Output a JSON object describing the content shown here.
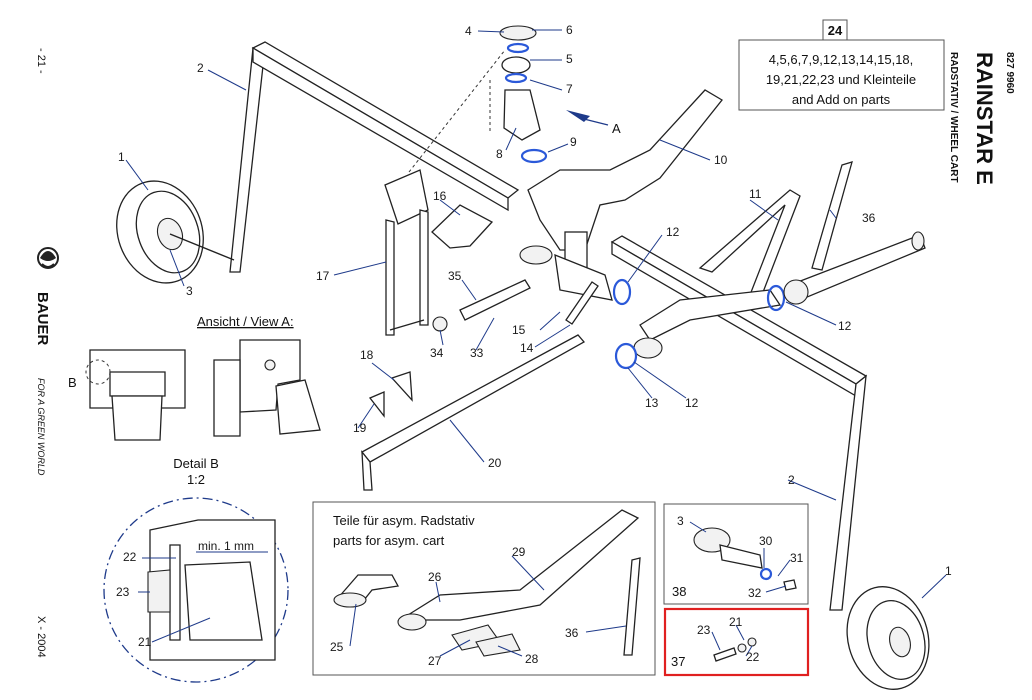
{
  "sheet": {
    "page_number": "- 21 -",
    "date": "X - 2004",
    "brand": "BAUER",
    "slogan": "FOR A GREEN WORLD",
    "title": "RAINSTAR E",
    "subtitle": "RADSTATIV / WHEEL CART",
    "doc_number": "827 9960"
  },
  "kit_box": {
    "number": "24",
    "line1": "4,5,6,7,9,12,13,14,15,18,",
    "line2": "19,21,22,23 und Kleinteile",
    "line3": "and Add on parts"
  },
  "view_a": {
    "title": "Ansicht / View A:",
    "arrow_label": "A",
    "b_label": "B"
  },
  "detail_b": {
    "title": "Detail B",
    "scale": "1:2",
    "dimension": "min. 1 mm"
  },
  "asym_box": {
    "line1": "Teile für asym. Radstativ",
    "line2": "parts for asym. cart"
  },
  "set_38": {
    "label": "38"
  },
  "set_37": {
    "label": "37"
  },
  "callouts": {
    "c1a": "1",
    "c1b": "1",
    "c2a": "2",
    "c2b": "2",
    "c3a": "3",
    "c3b": "3",
    "c4": "4",
    "c5": "5",
    "c6": "6",
    "c7": "7",
    "c8": "8",
    "c9": "9",
    "c10": "10",
    "c11": "11",
    "c12a": "12",
    "c12b": "12",
    "c12c": "12",
    "c13": "13",
    "c14": "14",
    "c15": "15",
    "c16": "16",
    "c17": "17",
    "c18": "18",
    "c19": "19",
    "c20": "20",
    "c21a": "21",
    "c21b": "21",
    "c22a": "22",
    "c22b": "22",
    "c23a": "23",
    "c23b": "23",
    "c25": "25",
    "c26": "26",
    "c27": "27",
    "c28": "28",
    "c29": "29",
    "c30": "30",
    "c31": "31",
    "c32": "32",
    "c33": "33",
    "c34": "34",
    "c35": "35",
    "c36a": "36",
    "c36b": "36"
  },
  "colors": {
    "leader": "#1e3a8a",
    "seal": "#2b59d9",
    "highlight": "#e02020"
  }
}
